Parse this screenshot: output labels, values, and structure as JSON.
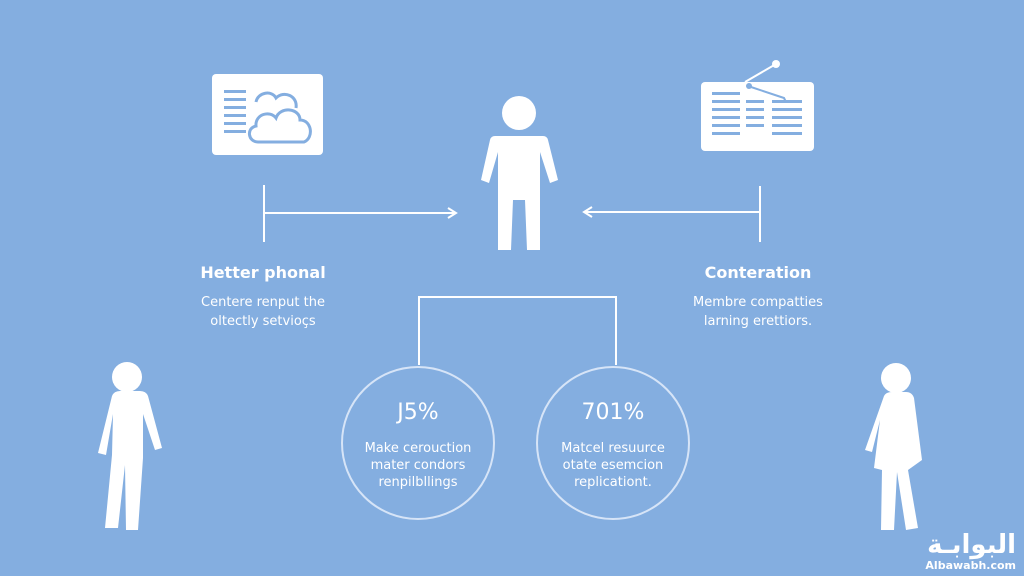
{
  "colors": {
    "background": "#84aee0",
    "foreground": "#ffffff",
    "circle_stroke": "#d6e4f7"
  },
  "left_block": {
    "icon": "document-cloud-icon",
    "heading": "Hetter phonal",
    "lines": [
      "Centere renput the",
      "oltectly setvioçs"
    ]
  },
  "right_block": {
    "icon": "document-network-icon",
    "heading": "Conteration",
    "lines": [
      "Membre compatties",
      "larning erettiors."
    ]
  },
  "center_figure": {
    "icon": "person-icon"
  },
  "stats": [
    {
      "value": "J5%",
      "lines": [
        "Make cerouction",
        "mater condors",
        "renpilbllings"
      ]
    },
    {
      "value": "701%",
      "lines": [
        "Matcel resuurce",
        "otate esemcion",
        "replicationt."
      ]
    }
  ],
  "side_figures": [
    {
      "icon": "walking-man-icon"
    },
    {
      "icon": "walking-woman-icon"
    }
  ],
  "watermark": {
    "arabic": "البوابـة",
    "latin": "Albawabh.com"
  }
}
